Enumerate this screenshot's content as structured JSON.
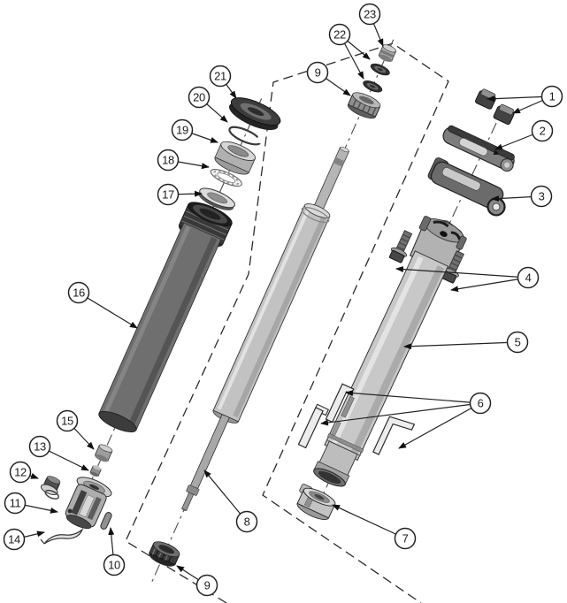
{
  "diagram": {
    "balloon_labels": {
      "b1": "1",
      "b2": "2",
      "b3": "3",
      "b4": "4",
      "b5": "5",
      "b6": "6",
      "b7": "7",
      "b8": "8",
      "b9_top": "9",
      "b9_bottom": "9",
      "b10": "10",
      "b11": "11",
      "b12": "12",
      "b13": "13",
      "b14": "14",
      "b15": "15",
      "b16": "16",
      "b17": "17",
      "b18": "18",
      "b19": "19",
      "b20": "20",
      "b21": "21",
      "b22": "22",
      "b23": "23"
    },
    "colors": {
      "background": "#ffffff",
      "line": "#1c1c1c",
      "dark_part": "#3a3a3a",
      "light_part": "#c8c8c8"
    }
  }
}
